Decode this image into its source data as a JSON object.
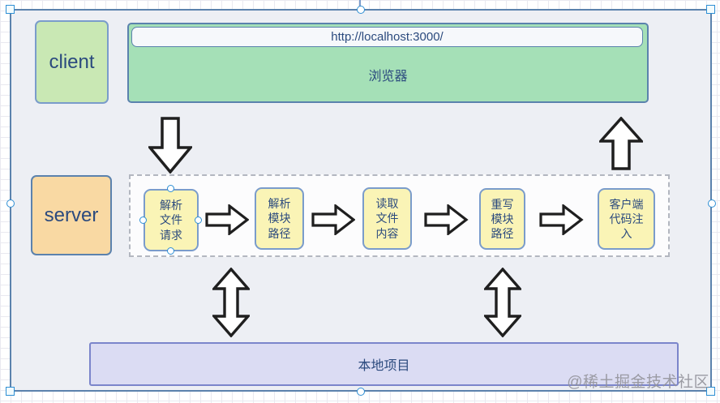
{
  "client": {
    "label": "client"
  },
  "server": {
    "label": "server"
  },
  "browser": {
    "url": "http://localhost:3000/",
    "label": "浏览器"
  },
  "pipeline": {
    "steps": [
      {
        "label": "解析\n文件\n请求"
      },
      {
        "label": "解析\n模块\n路径"
      },
      {
        "label": "读取\n文件\n内容"
      },
      {
        "label": "重写\n模块\n路径"
      },
      {
        "label": "客户端\n代码注\n入"
      }
    ]
  },
  "local_project": {
    "label": "本地项目"
  },
  "watermark": {
    "label": "@稀土掘金技术社区"
  },
  "icons": {
    "down_arrow": "block-arrow-down",
    "up_arrow": "block-arrow-up",
    "flow_arrow": "block-arrow-right",
    "sync_arrow": "block-arrow-vertical-double"
  },
  "colors": {
    "canvas_fill": "#edeff4",
    "canvas_border": "#5b82ad",
    "client_fill": "#c9e8b4",
    "browser_fill": "#a5e0b7",
    "url_bar_fill": "#f6f8fb",
    "server_fill": "#f9d9a3",
    "step_fill": "#faf4b6",
    "step_border": "#7a9ccb",
    "project_fill": "#dbdcf3",
    "project_border": "#7b85cb",
    "text_navy": "#2b4a7e",
    "arrow_stroke": "#1f1f1f",
    "handle_blue": "#2e8fd4",
    "dashed_border": "#b3b7c0",
    "watermark_gray": "#93939b"
  }
}
